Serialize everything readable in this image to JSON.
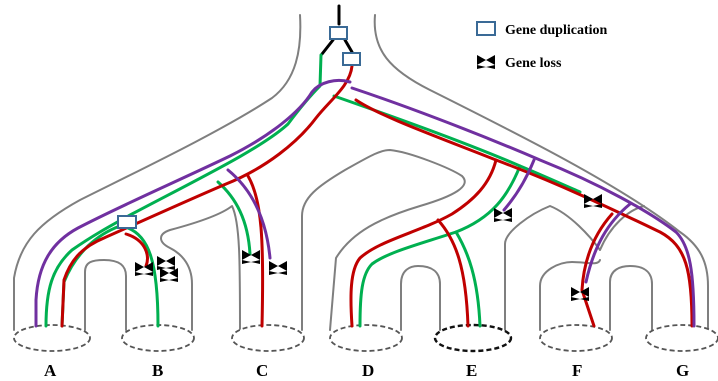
{
  "legend": {
    "duplication_label": "Gene duplication",
    "loss_label": "Gene loss"
  },
  "species": [
    "A",
    "B",
    "C",
    "D",
    "E",
    "F",
    "G"
  ],
  "colors": {
    "species_tree": "#7f7f7f",
    "gene_red": "#c00000",
    "gene_green": "#00b050",
    "gene_purple": "#7030a0",
    "duplication_box": "#3a6a96",
    "loss_marker": "#000000"
  },
  "icons": {
    "duplication": "square-outline-icon",
    "loss": "bowtie-icon"
  }
}
